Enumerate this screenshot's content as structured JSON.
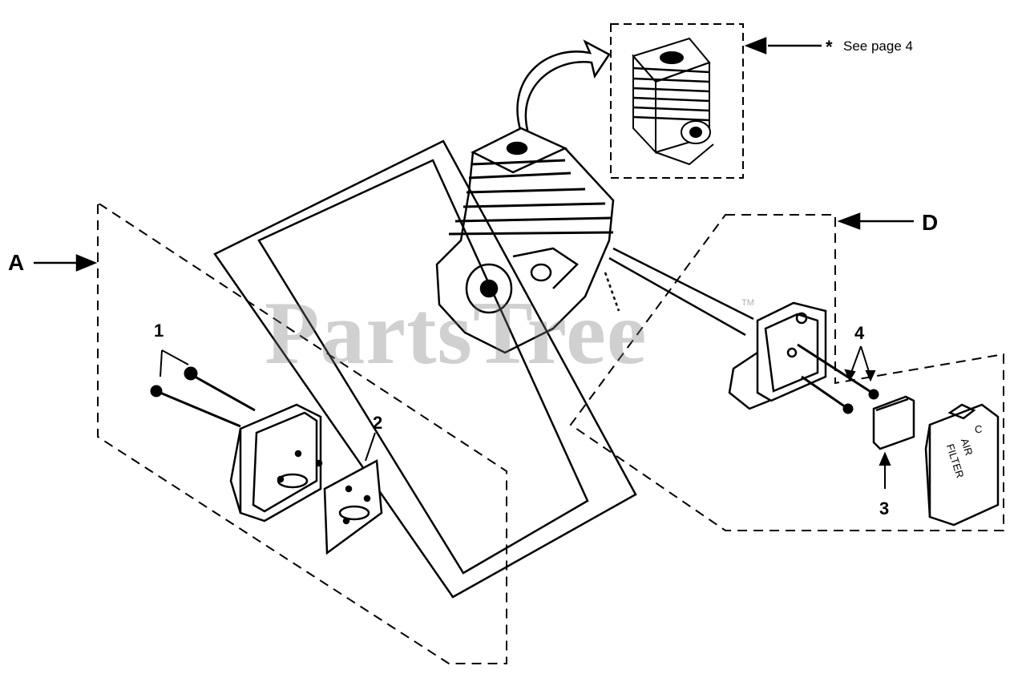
{
  "note": {
    "asterisk": "*",
    "text": "See page 4"
  },
  "letters": {
    "a": "A",
    "d": "D"
  },
  "callouts": {
    "c1": "1",
    "c2": "2",
    "c3": "3",
    "c4": "4"
  },
  "watermark": {
    "text": "PartsTree",
    "tm": "TM"
  },
  "filter_text": {
    "line1": "AIR",
    "line2": "FILTER",
    "c": "C"
  },
  "colors": {
    "ink": "#000000",
    "watermark": "#8a8a8a"
  }
}
